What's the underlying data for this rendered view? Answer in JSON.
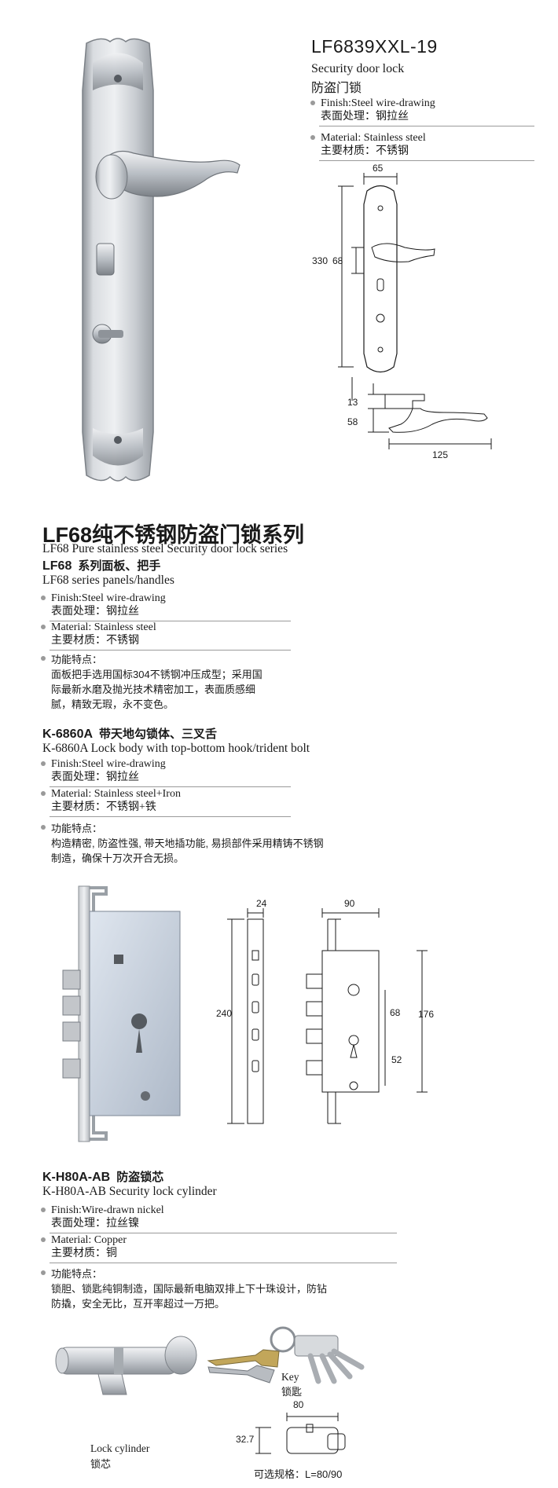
{
  "product": {
    "model": "LF6839XXL-19",
    "name_en": "Security door lock",
    "name_cn": "防盗门锁",
    "finish_en": "Finish:Steel wire-drawing",
    "finish_cn": "表面处理：钢拉丝",
    "material_en": "Material: Stainless steel",
    "material_cn": "主要材质：不锈钢"
  },
  "panel_dims": {
    "width": "65",
    "height": "330",
    "handle_offset": "68"
  },
  "handle_dims": {
    "d1": "13",
    "d2": "58",
    "length": "125"
  },
  "series": {
    "title": "LF68纯不锈钢防盗门锁系列",
    "subtitle_en": "LF68 Pure stainless steel Security door lock series",
    "panels_title_code": "LF68",
    "panels_title_cn": "系列面板、把手",
    "panels_sub_en": "LF68 series panels/handles",
    "finish_en": "Finish:Steel wire-drawing",
    "finish_cn": "表面处理：钢拉丝",
    "material_en": "Material: Stainless steel",
    "material_cn": "主要材质：不锈钢",
    "features_label": "功能特点：",
    "features_line1": "面板把手选用国标304不锈钢冲压成型；采用国",
    "features_line2": "际最新水磨及抛光技术精密加工，表面质感细",
    "features_line3": "腻，精致无瑕，永不变色。"
  },
  "lockbody": {
    "code": "K-6860A",
    "title_cn": "带天地勾锁体、三叉舌",
    "sub_en": "K-6860A Lock body with top-bottom hook/trident bolt",
    "finish_en": "Finish:Steel wire-drawing",
    "finish_cn": "表面处理：钢拉丝",
    "material_en": "Material:  Stainless steel+Iron",
    "material_cn": "主要材质：不锈钢+铁",
    "features_label": "功能特点：",
    "features_line1": "构造精密, 防盗性强, 带天地插功能, 易损部件采用精铸不锈钢",
    "features_line2": "制造，确保十万次开合无损。",
    "dims": {
      "plate_w": "24",
      "height": "240",
      "case_w": "90",
      "case_h": "176",
      "d68": "68",
      "d52": "52"
    }
  },
  "cylinder": {
    "code": "K-H80A-AB",
    "title_cn": "防盗锁芯",
    "sub_en": "K-H80A-AB Security lock cylinder",
    "finish_en": "Finish:Wire-drawn nickel",
    "finish_cn": "表面处理：拉丝镍",
    "material_en": "Material:  Copper",
    "material_cn": "主要材质：铜",
    "features_label": "功能特点：",
    "features_line1": "锁胆、锁匙纯铜制造，国际最新电脑双排上下十珠设计，防钻",
    "features_line2": "防撬，安全无比，互开率超过一万把。",
    "key_en": "Key",
    "key_cn": "锁匙",
    "cyl_en": "Lock cylinder",
    "cyl_cn": "锁芯",
    "dims": {
      "length": "80",
      "height": "32.7"
    },
    "spec": "可选规格：L=80/90"
  }
}
